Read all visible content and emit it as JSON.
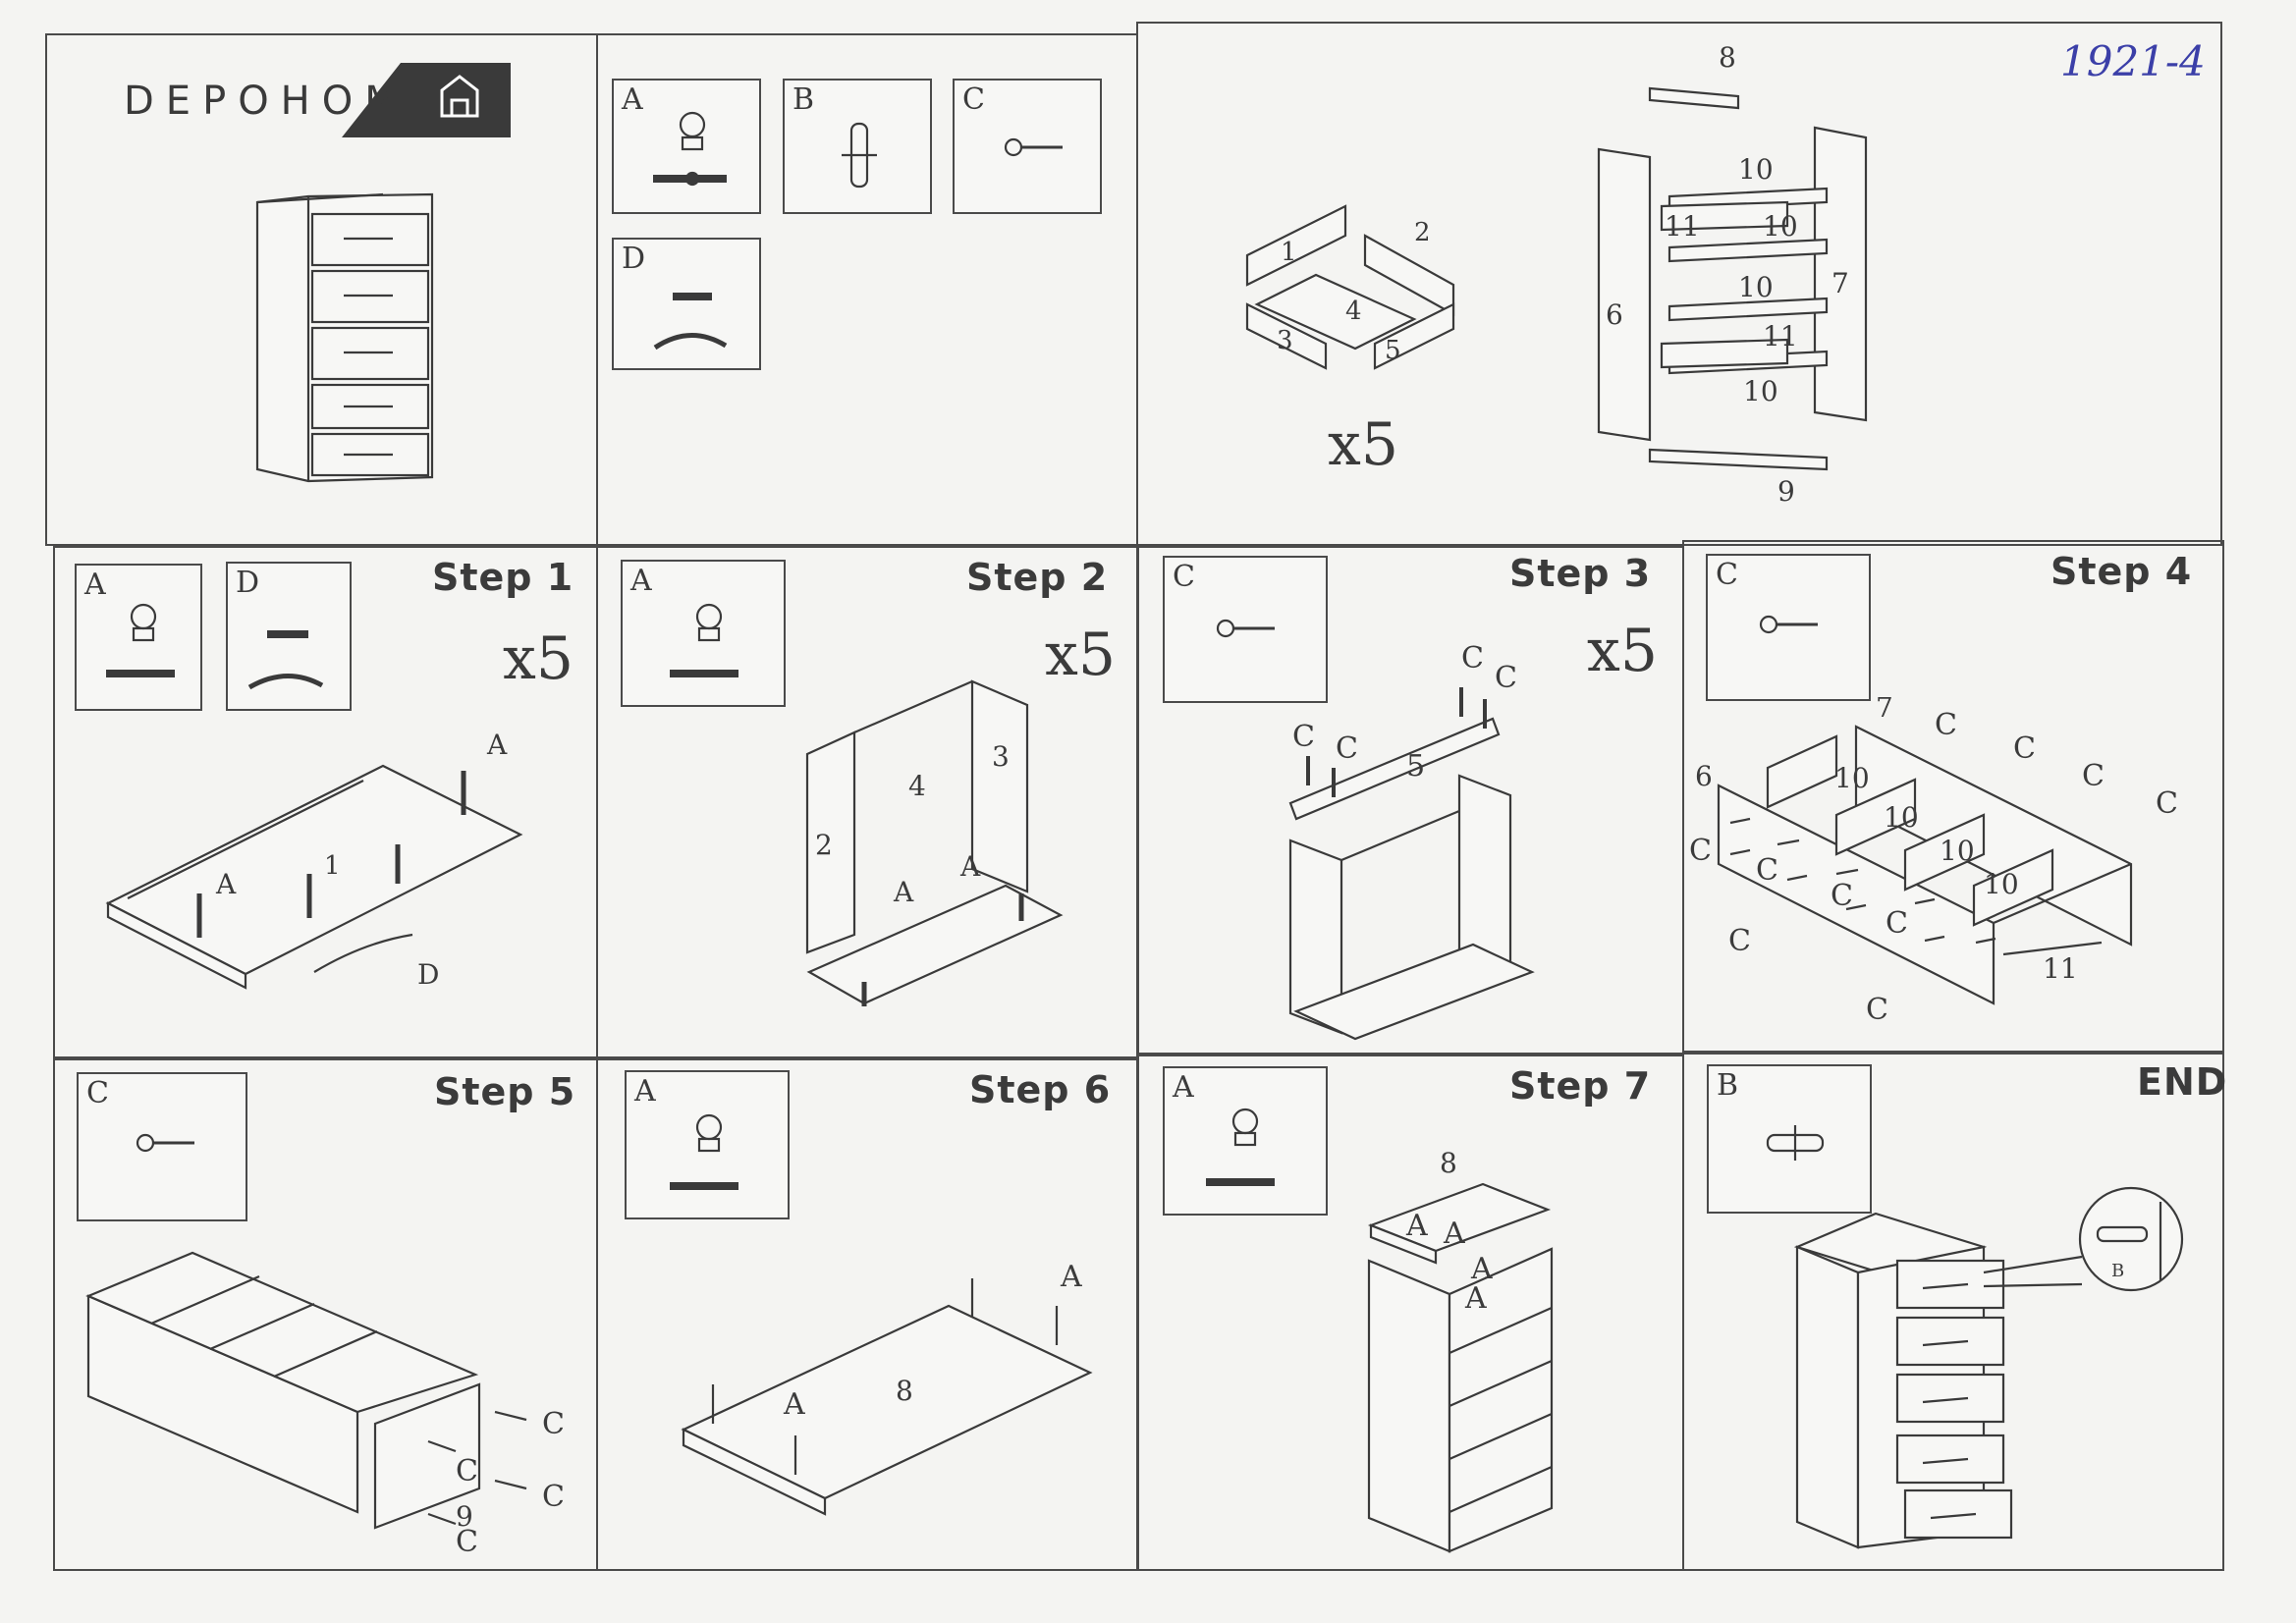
{
  "brand": {
    "name": "DEPOHOME"
  },
  "handwritten_note": "1921-4",
  "parts": {
    "A": "A",
    "B": "B",
    "C": "C",
    "D": "D"
  },
  "panel_numbers": {
    "n1": "1",
    "n2": "2",
    "n3": "3",
    "n4": "4",
    "n5": "5",
    "n6": "6",
    "n7": "7",
    "n8": "8",
    "n9": "9",
    "n10": "10",
    "n11": "11"
  },
  "multiplier": "x5",
  "steps": {
    "s1": "Step 1",
    "s2": "Step 2",
    "s3": "Step 3",
    "s4": "Step 4",
    "s5": "Step 5",
    "s6": "Step 6",
    "s7": "Step 7",
    "end": "END"
  }
}
